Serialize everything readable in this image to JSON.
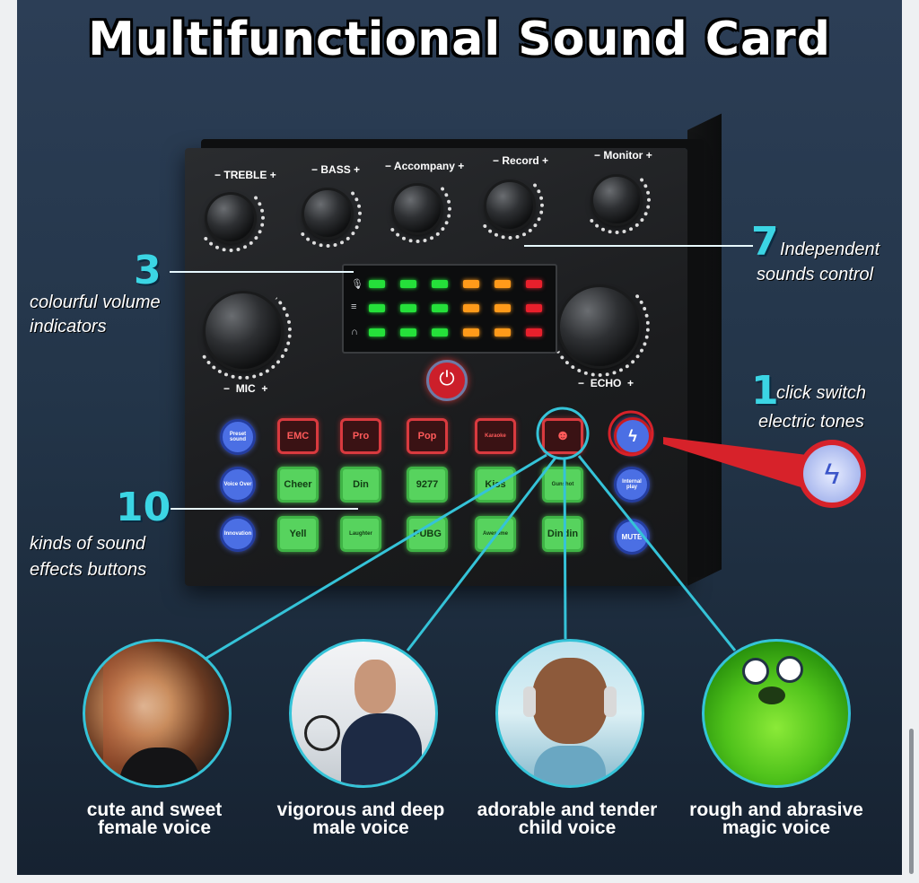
{
  "title": "Multifunctional Sound Card",
  "knobs": {
    "treble": "TREBLE",
    "bass": "BASS",
    "accompany": "Accompany",
    "record": "Record",
    "monitor": "Monitor",
    "mic": "MIC",
    "echo": "ECHO",
    "minus": "−",
    "plus": "+"
  },
  "buttons": {
    "row1": [
      "EMC",
      "Pro",
      "Pop",
      "Karaoke"
    ],
    "row2": [
      "Cheer",
      "Din",
      "9277",
      "Kiss",
      "Gunshot"
    ],
    "row3": [
      "Yell",
      "Laughter",
      "PUBG",
      "Awesome",
      "Dindin"
    ],
    "left_blue": [
      "Preset sound",
      "Voice Over",
      "Innovation"
    ],
    "right_blue": [
      "Internal play",
      "MUTE"
    ]
  },
  "callouts": {
    "c3_num": "3",
    "c3_line1": "colourful volume",
    "c3_line2": "indicators",
    "c7_num": "7",
    "c7_line1": "Independent",
    "c7_line2": "sounds control",
    "c1_num": "1",
    "c1_line1": "click switch",
    "c1_line2": "electric tones",
    "c10_num": "10",
    "c10_line1": "kinds of sound",
    "c10_line2": "effects buttons"
  },
  "voices": [
    {
      "line1": "cute and sweet",
      "line2": "female voice"
    },
    {
      "line1": "vigorous and deep",
      "line2": "male voice"
    },
    {
      "line1": "adorable and tender",
      "line2": "child voice"
    },
    {
      "line1": "rough and abrasive",
      "line2": "magic voice"
    }
  ],
  "colors": {
    "accent": "#3bd5e4",
    "led_green": "#25e03a",
    "led_orange": "#ff9a1a",
    "led_red": "#e8202c"
  }
}
